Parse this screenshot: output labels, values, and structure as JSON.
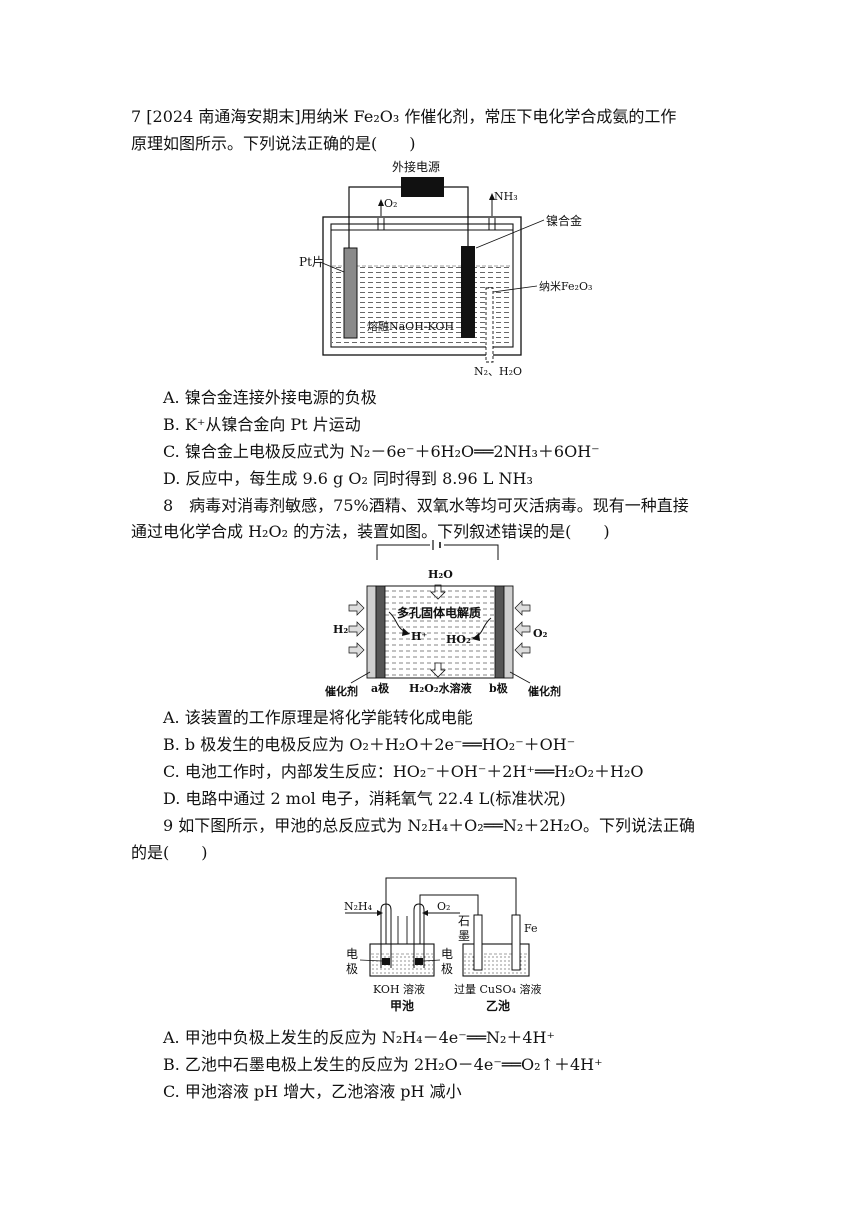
{
  "q7": {
    "stem_line1": "7 [2024 南通海安期末]用纳米 Fe₂O₃ 作催化剂，常压下电化学合成氨的工作",
    "stem_line2": "原理如图所示。下列说法正确的是(　　)",
    "figure": {
      "power_label": "外接电源",
      "o2_label": "O₂",
      "nh3_label": "NH₃",
      "ni_alloy_label": "镍合金",
      "pt_label": "Pt片",
      "nano_label": "纳米Fe₂O₃",
      "electrolyte_label": "熔融NaOH-KOH",
      "inlet_label": "N₂、H₂O"
    },
    "options": [
      "A. 镍合金连接外接电源的负极",
      "B. K⁺从镍合金向 Pt 片运动",
      "C. 镍合金上电极反应式为 N₂－6e⁻＋6H₂O══2NH₃＋6OH⁻",
      "D. 反应中，每生成 9.6 g O₂ 同时得到  8.96 L NH₃"
    ]
  },
  "q8": {
    "stem_line1": "8　病毒对消毒剂敏感，75%酒精、双氧水等均可灭活病毒。现有一种直接",
    "stem_line2": "通过电化学合成 H₂O₂ 的方法，装置如图。下列叙述错误的是(　　)",
    "figure": {
      "h2o_label": "H₂O",
      "electrolyte_label": "多孔固体电解质",
      "h2_label": "H₂",
      "hplus_label": "H⁺",
      "ho2_label": "HO₂⁻",
      "o2_label": "O₂",
      "catalyst_left": "催化剂",
      "a_label": "a极",
      "solution_label": "H₂O₂水溶液",
      "b_label": "b极",
      "catalyst_right": "催化剂"
    },
    "options": [
      "A. 该装置的工作原理是将化学能转化成电能",
      "B. b 极发生的电极反应为 O₂＋H₂O＋2e⁻══HO₂⁻＋OH⁻",
      "C. 电池工作时，内部发生反应：HO₂⁻＋OH⁻＋2H⁺══H₂O₂＋H₂O",
      "D. 电路中通过 2 mol 电子，消耗氧气 22.4 L(标准状况)"
    ]
  },
  "q9": {
    "stem_line1": "9  如下图所示，甲池的总反应式为  N₂H₄＋O₂══N₂＋2H₂O。下列说法正确",
    "stem_line2": "的是(　　)",
    "figure": {
      "n2h4_label": "N₂H₄",
      "o2_label": "O₂",
      "graphite_label_1": "石",
      "graphite_label_2": "墨",
      "fe_label": "Fe",
      "electrode_left_1": "电",
      "electrode_left_2": "极",
      "electrode_right_1": "电",
      "electrode_right_2": "极",
      "koh_label": "KOH 溶液",
      "cuso4_label": "过量 CuSO₄ 溶液",
      "cell_a_label": "甲池",
      "cell_b_label": "乙池"
    },
    "options": [
      "A. 甲池中负极上发生的反应为 N₂H₄－4e⁻══N₂＋4H⁺",
      "B. 乙池中石墨电极上发生的反应为 2H₂O－4e⁻══O₂↑＋4H⁺",
      "C. 甲池溶液 pH 增大，乙池溶液 pH 减小"
    ]
  }
}
